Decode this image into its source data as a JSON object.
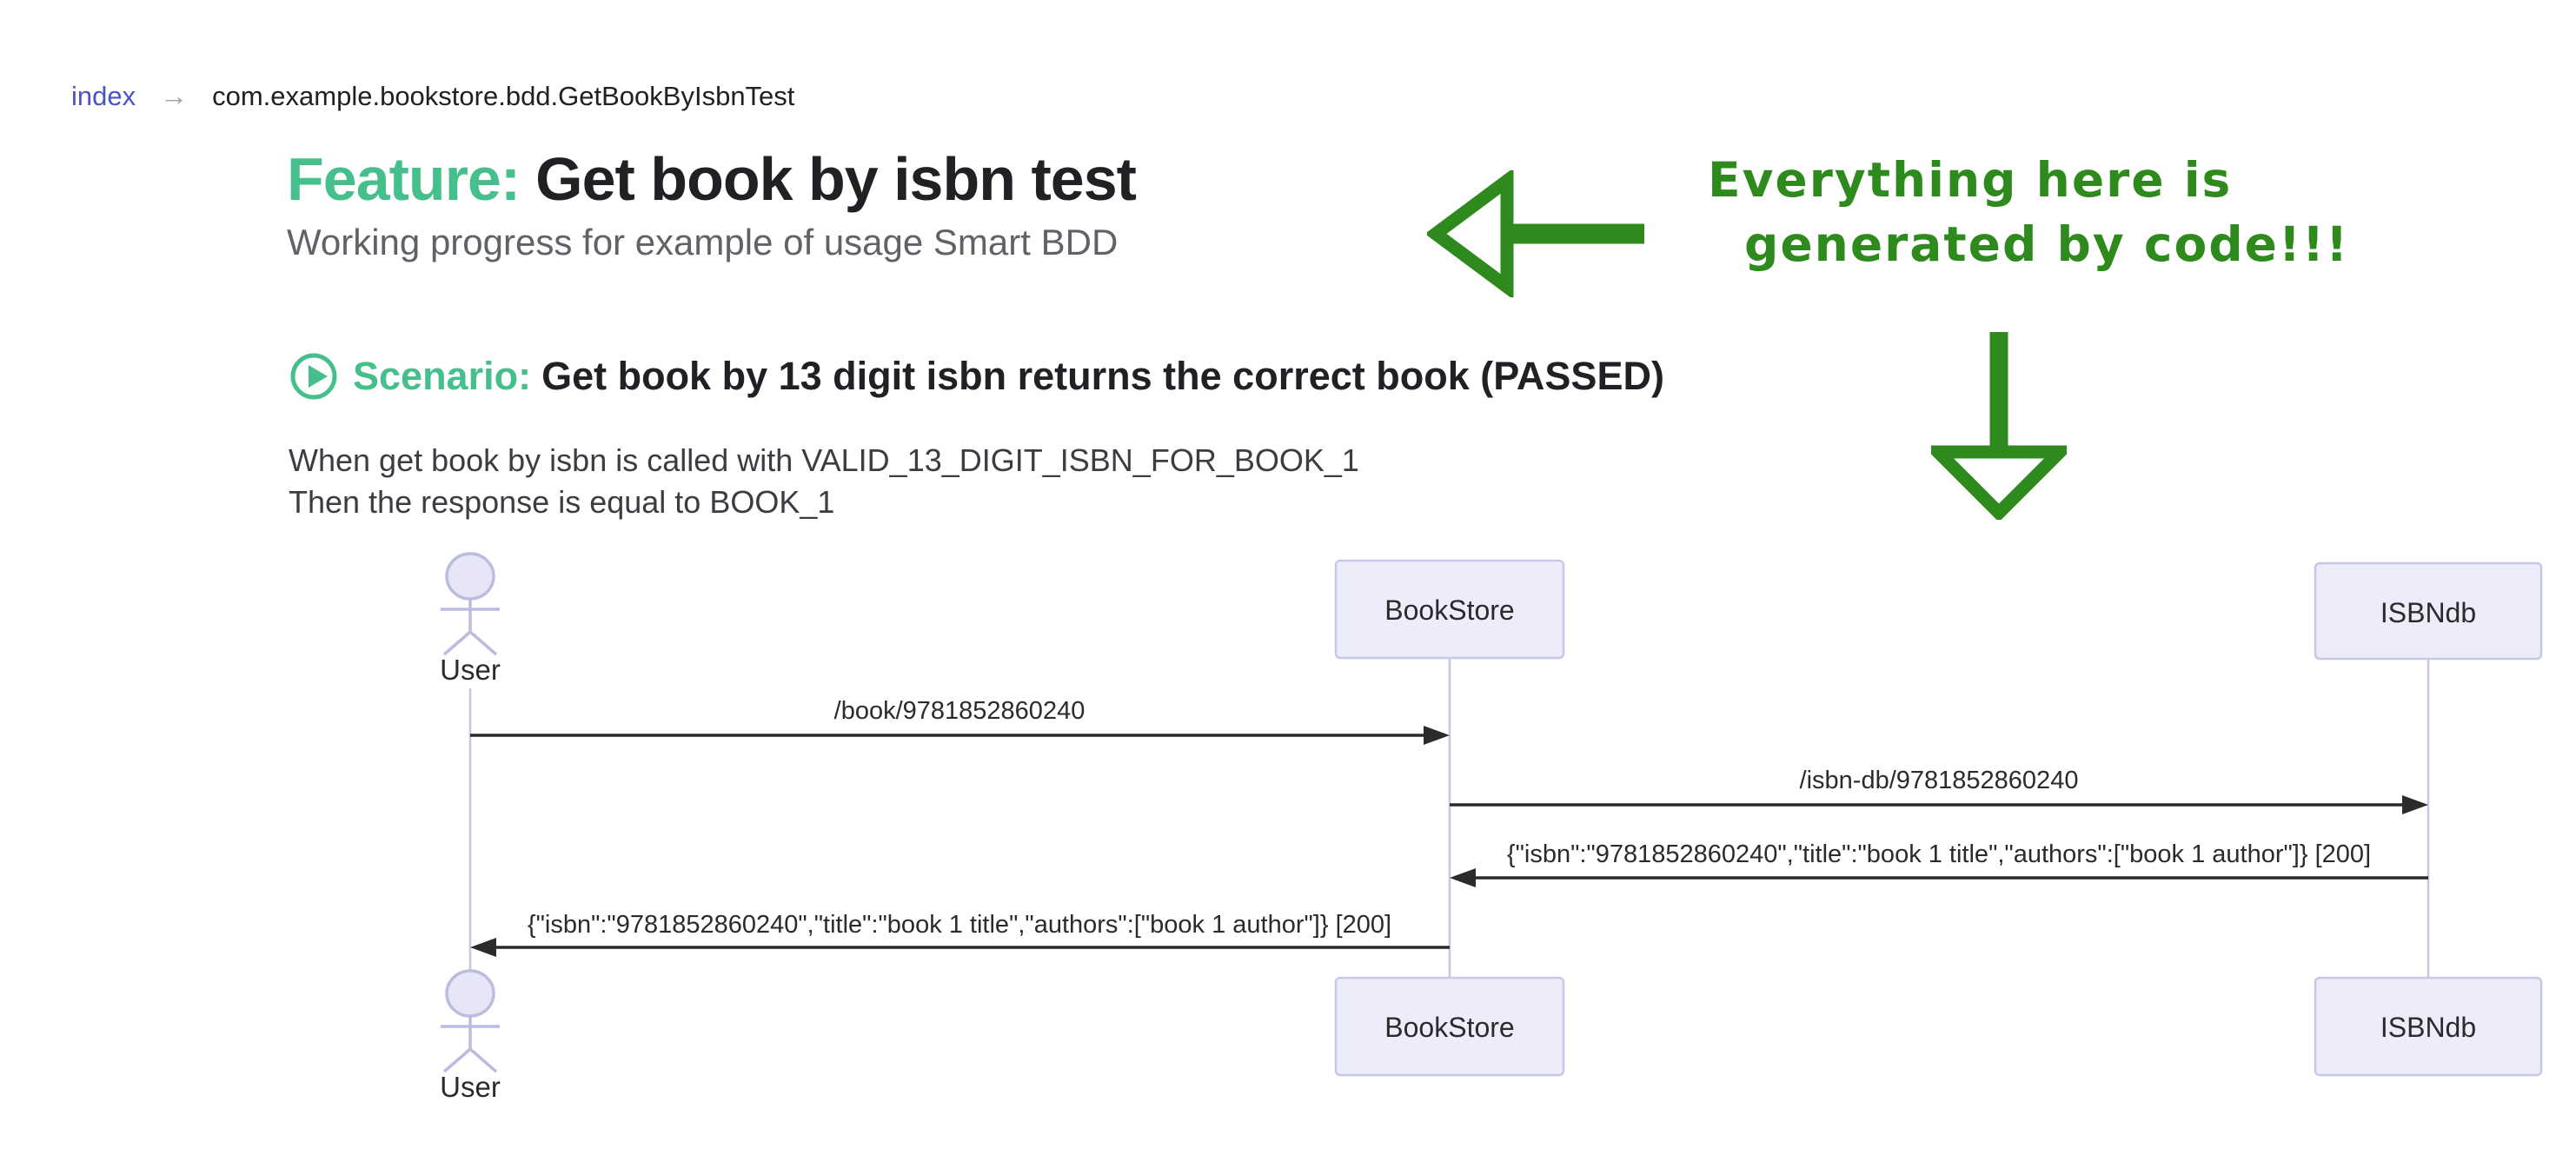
{
  "breadcrumb": {
    "index_link": "index",
    "separator": "→",
    "current": "com.example.bookstore.bdd.GetBookByIsbnTest"
  },
  "feature": {
    "label": "Feature:",
    "title": "Get book by isbn test",
    "subtitle": "Working progress for example of usage Smart BDD"
  },
  "annotation": {
    "line1": "Everything here is",
    "line2": "generated by code!!!",
    "icons": [
      "arrow-left",
      "arrow-down"
    ],
    "color": "#2f8a1d"
  },
  "scenario": {
    "icon": "play-circle",
    "label": "Scenario:",
    "title": "Get book by 13 digit isbn returns the correct book (PASSED)",
    "status": "PASSED"
  },
  "steps": {
    "when": "When get book by isbn is called with VALID_13_DIGIT_ISBN_FOR_BOOK_1",
    "then": "Then the response is equal to BOOK_1"
  },
  "colors": {
    "accent_green": "#45bf8b",
    "annotation_green": "#2f8a1d",
    "link_blue": "#4a54c5",
    "actor_fill": "#ececfb",
    "actor_border": "#c8c8e6",
    "lifeline": "#c6c6e2",
    "message_line": "#2b2b2b"
  },
  "diagram": {
    "type": "sequence",
    "actors": [
      {
        "name": "User",
        "kind": "person"
      },
      {
        "name": "BookStore",
        "kind": "participant"
      },
      {
        "name": "ISBNdb",
        "kind": "participant"
      }
    ],
    "messages": [
      {
        "from": "User",
        "to": "BookStore",
        "label": "/book/9781852860240"
      },
      {
        "from": "BookStore",
        "to": "ISBNdb",
        "label": "/isbn-db/9781852860240"
      },
      {
        "from": "ISBNdb",
        "to": "BookStore",
        "label": "{\"isbn\":\"9781852860240\",\"title\":\"book 1 title\",\"authors\":[\"book 1 author\"]} [200]"
      },
      {
        "from": "BookStore",
        "to": "User",
        "label": "{\"isbn\":\"9781852860240\",\"title\":\"book 1 title\",\"authors\":[\"book 1 author\"]} [200]"
      }
    ]
  }
}
